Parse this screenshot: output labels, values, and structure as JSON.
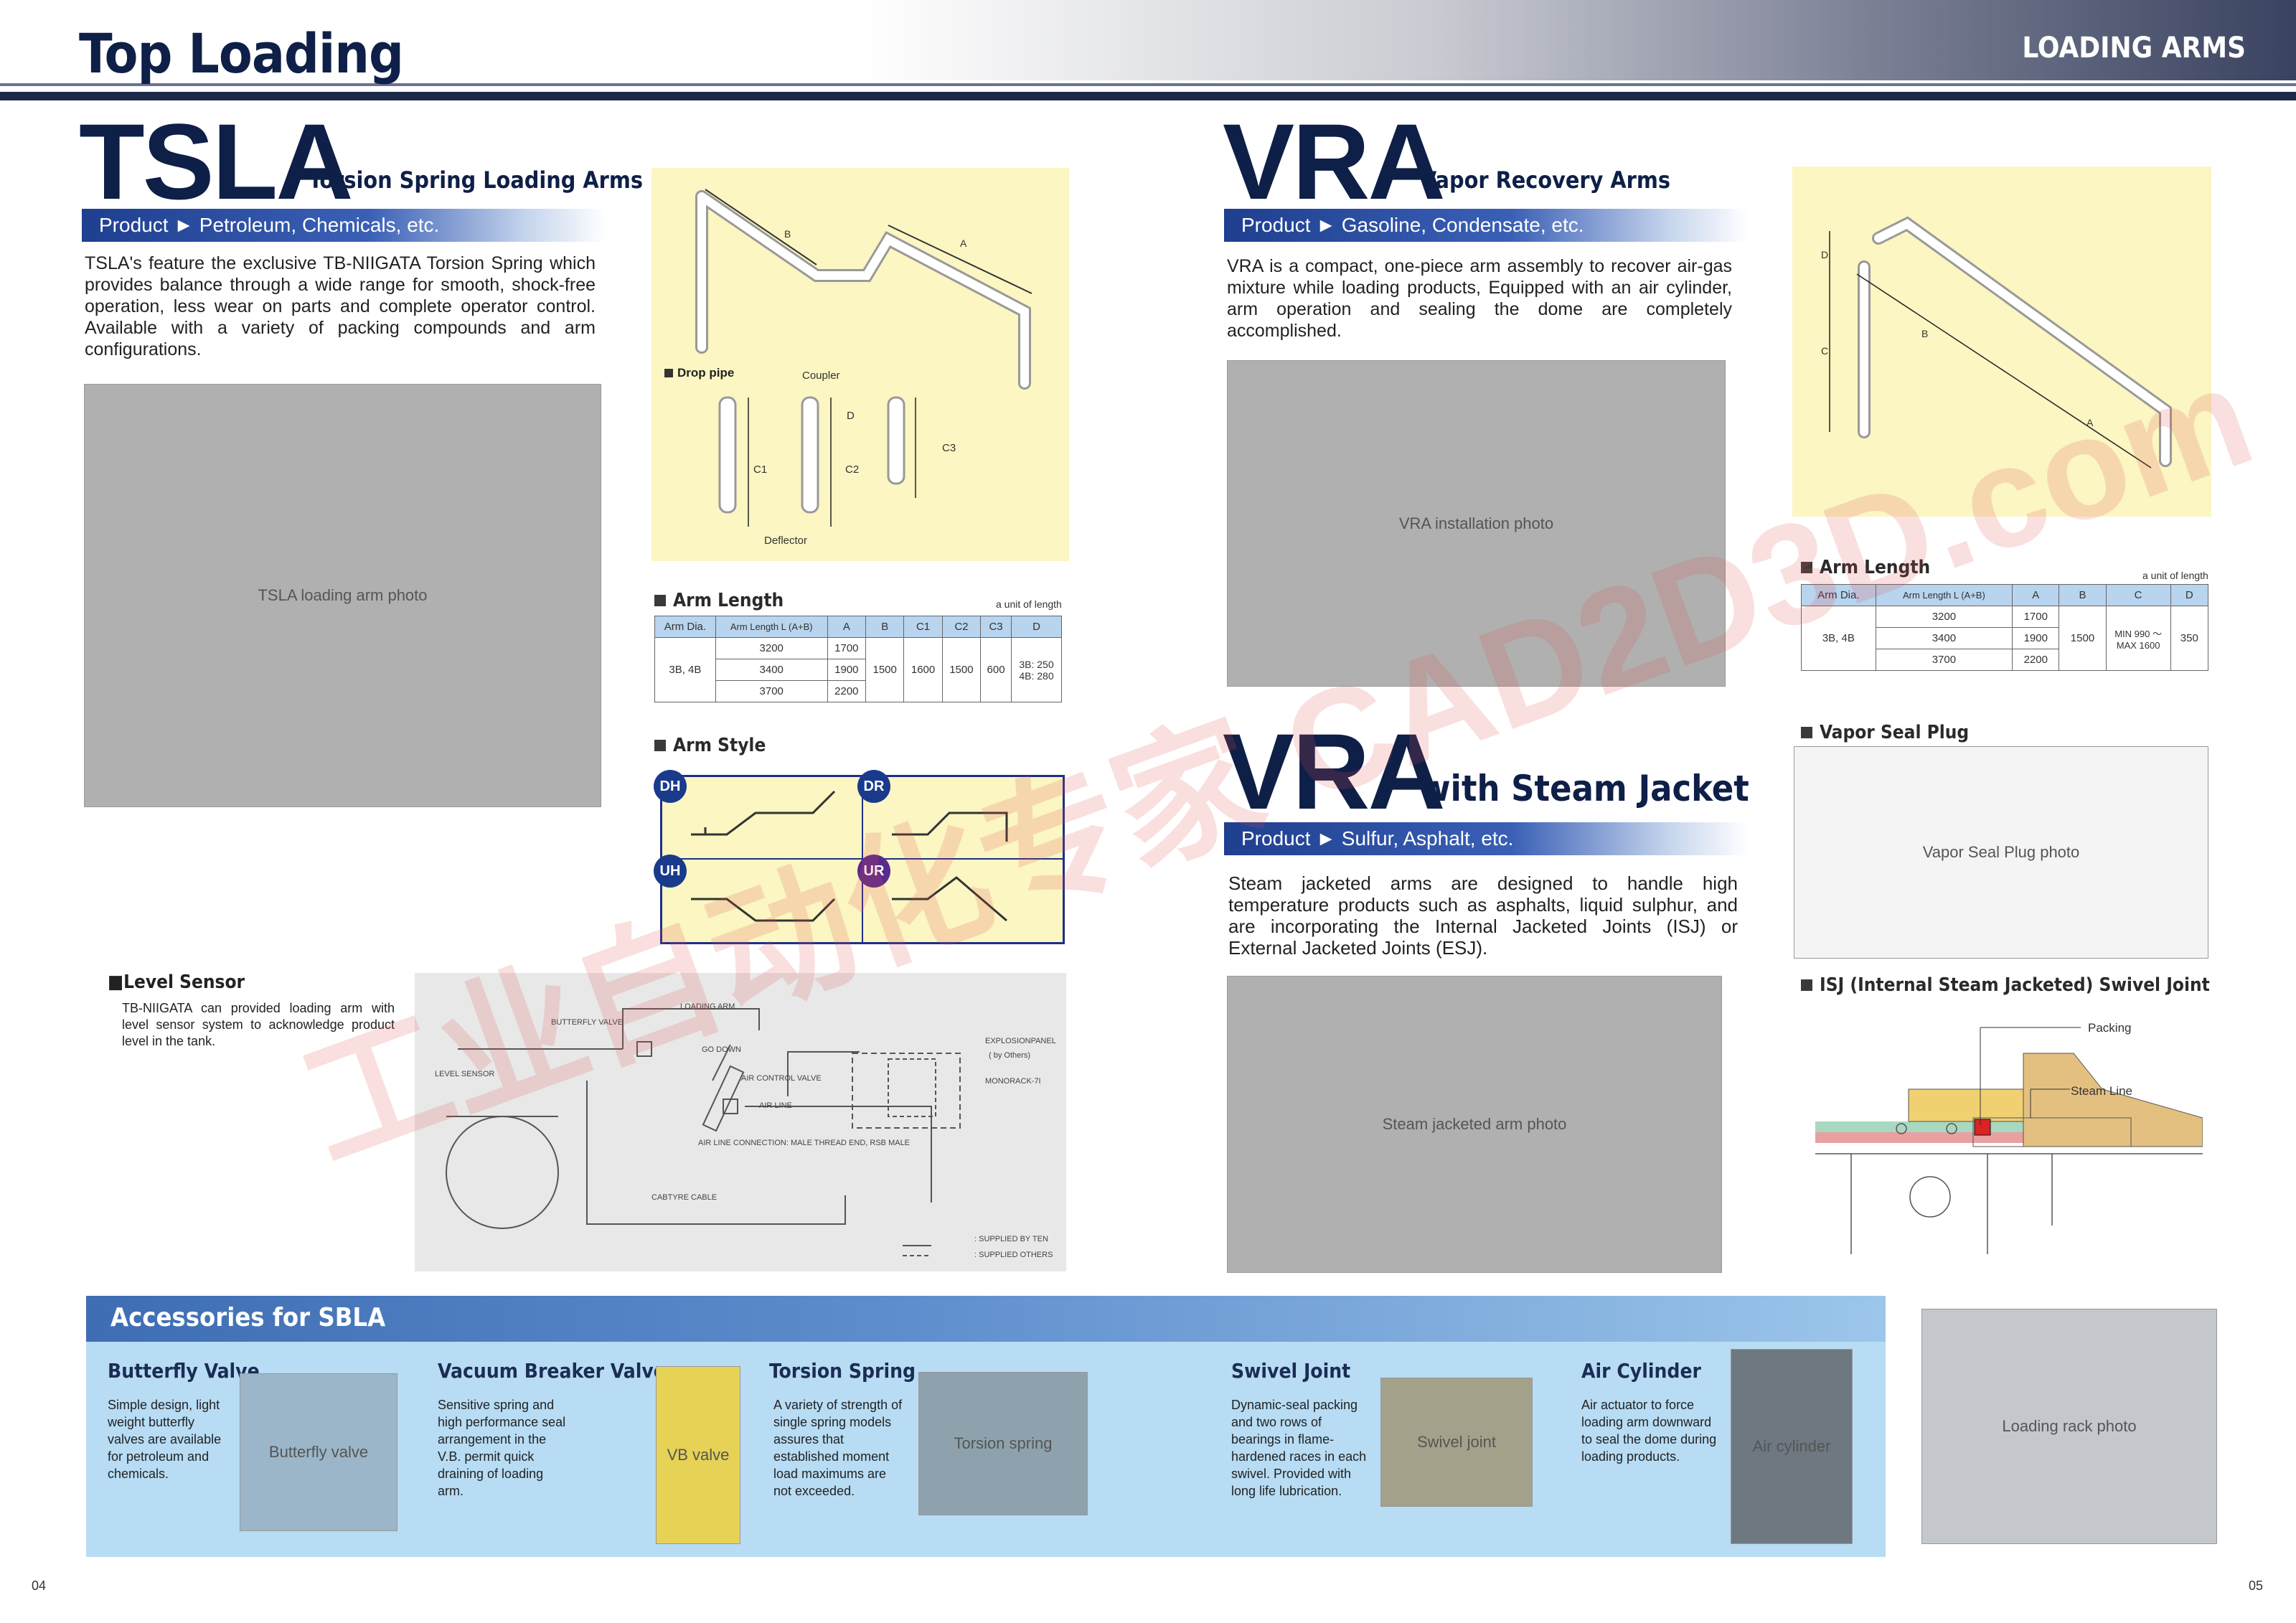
{
  "header": {
    "title": "Top Loading",
    "section": "LOADING ARMS"
  },
  "tsla": {
    "code": "TSLA",
    "name": "Torsion Spring Loading Arms",
    "product": "Product ► Petroleum, Chemicals, etc.",
    "desc": "TSLA's feature the exclusive TB-NIIGATA Torsion Spring which provides balance through a wide range for smooth, shock-free operation, less wear on parts and complete operator control. Available with a variety of packing compounds and arm configurations.",
    "diagram": {
      "drop_pipe": "Drop pipe",
      "coupler": "Coupler",
      "deflector": "Deflector",
      "labels": [
        "A",
        "B",
        "C1",
        "C2",
        "C3",
        "D"
      ]
    },
    "arm_length_title": "Arm Length",
    "unit_note": "a unit of length",
    "table": {
      "headers": [
        "Arm Dia.",
        "Arm Length L (A+B)",
        "A",
        "B",
        "C1",
        "C2",
        "C3",
        "D"
      ],
      "arm_dia": "3B, 4B",
      "rows": [
        [
          "3200",
          "1700"
        ],
        [
          "3400",
          "1900"
        ],
        [
          "3700",
          "2200"
        ]
      ],
      "B": "1500",
      "C1": "1600",
      "C2": "1500",
      "C3": "600",
      "D": "3B: 250 4B: 280"
    },
    "arm_style_title": "Arm Style",
    "styles": [
      "DH",
      "DR",
      "UH",
      "UR"
    ]
  },
  "level_sensor": {
    "title": "Level Sensor",
    "desc": "TB-NIIGATA can provided loading arm with level sensor system to acknowledge product level in the tank.",
    "labels": [
      "BUTTERFLY VALVE",
      "LOADING ARM",
      "GO DOWN",
      "LEVEL SENSOR",
      "AIR CONTROL VALVE",
      "AIR LINE",
      "AIR LINE CONNECTION: MALE THREAD END, RSB MALE",
      "EXPLOSIONPANEL",
      "( by Others)",
      "MONORACK-7I",
      "CABTYRE CABLE",
      ": SUPPLIED BY TEN",
      ": SUPPLIED OTHERS"
    ]
  },
  "vra": {
    "code": "VRA",
    "name": "Vapor Recovery Arms",
    "product": "Product ► Gasoline, Condensate, etc.",
    "desc": "VRA is a compact, one-piece arm assembly to recover air-gas mixture while loading products, Equipped with an air cylinder, arm operation and sealing the dome are completely accomplished.",
    "arm_length_title": "Arm Length",
    "unit_note": "a unit of length",
    "table": {
      "headers": [
        "Arm Dia.",
        "Arm Length L (A+B)",
        "A",
        "B",
        "C",
        "D"
      ],
      "arm_dia": "3B, 4B",
      "rows": [
        [
          "3200",
          "1700"
        ],
        [
          "3400",
          "1900"
        ],
        [
          "3700",
          "2200"
        ]
      ],
      "B": "1500",
      "C": "MIN 990 ～ MAX 1600",
      "D": "350"
    },
    "vapor_seal": "Vapor Seal Plug"
  },
  "vra_steam": {
    "code": "VRA",
    "name": "with Steam Jacket",
    "product": "Product ► Sulfur, Asphalt, etc.",
    "desc": "Steam jacketed arms are designed to handle high temperature products such as asphalts, liquid sulphur, and are incorporating the Internal Jacketed Joints (ISJ) or External Jacketed Joints (ESJ).",
    "isj_title": "ISJ (Internal Steam Jacketed) Swivel Joint",
    "packing": "Packing",
    "steam_line": "Steam Line"
  },
  "accessories": {
    "title": "Accessories for SBLA",
    "items": [
      {
        "name": "Butterfly Valve",
        "desc": "Simple design, light weight butterfly valves are available for petroleum and chemicals."
      },
      {
        "name": "Vacuum Breaker Valve",
        "desc": "Sensitive spring and high performance seal arrangement in the V.B. permit quick draining of loading arm."
      },
      {
        "name": "Torsion Spring",
        "desc": "A variety of strength of single spring models assures that established moment load maximums are not exceeded."
      },
      {
        "name": "Swivel Joint",
        "desc": "Dynamic-seal packing and two rows of bearings in flame-hardened races in each swivel. Provided with long life lubrication."
      },
      {
        "name": "Air Cylinder",
        "desc": "Air actuator to force loading arm downward to seal the dome during loading products."
      }
    ]
  },
  "watermark": "工业自动化专家 CAD2D3D.com",
  "pages": {
    "left": "04",
    "right": "05"
  },
  "colors": {
    "navy": "#0e1f48",
    "product_bar": "#2b52a8",
    "diagram_bg": "#fbf6c2",
    "accessory_bg": "#b7dcf4"
  }
}
